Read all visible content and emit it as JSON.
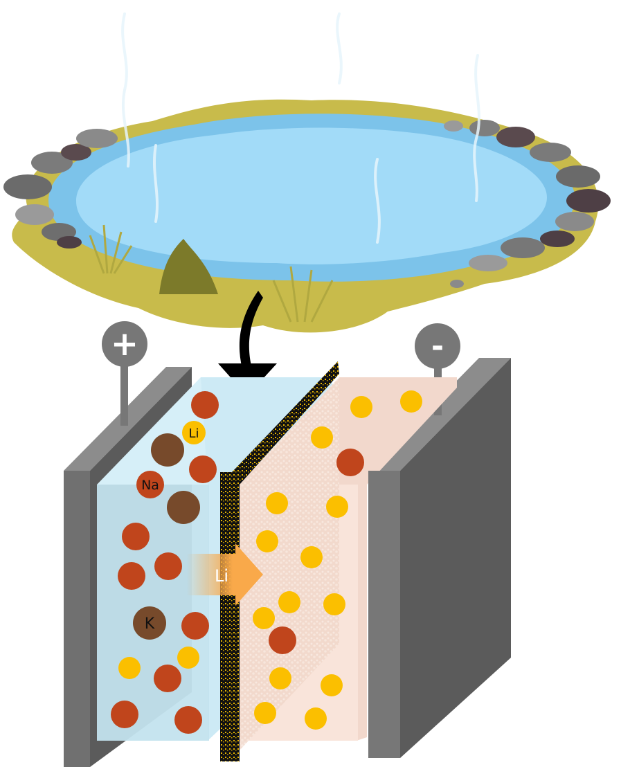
{
  "terminals": {
    "positive": "+",
    "negative": "-"
  },
  "ion_labels": {
    "lithium": "Li",
    "sodium": "Na",
    "potassium": "K"
  },
  "flow_arrow": {
    "label": "Li"
  },
  "colors": {
    "sodium": "#c0451c",
    "potassium": "#774a2b",
    "lithium": "#fbbf00",
    "brine_electrolyte": "#c3e3ee",
    "lithium_electrolyte": "#f9e4da",
    "electrode": "#6f6f6f",
    "membrane": "#111111",
    "arrow": "#f9a94a",
    "pond_water": "#a2dbf8",
    "pond_ground": "#c8bb4b"
  }
}
